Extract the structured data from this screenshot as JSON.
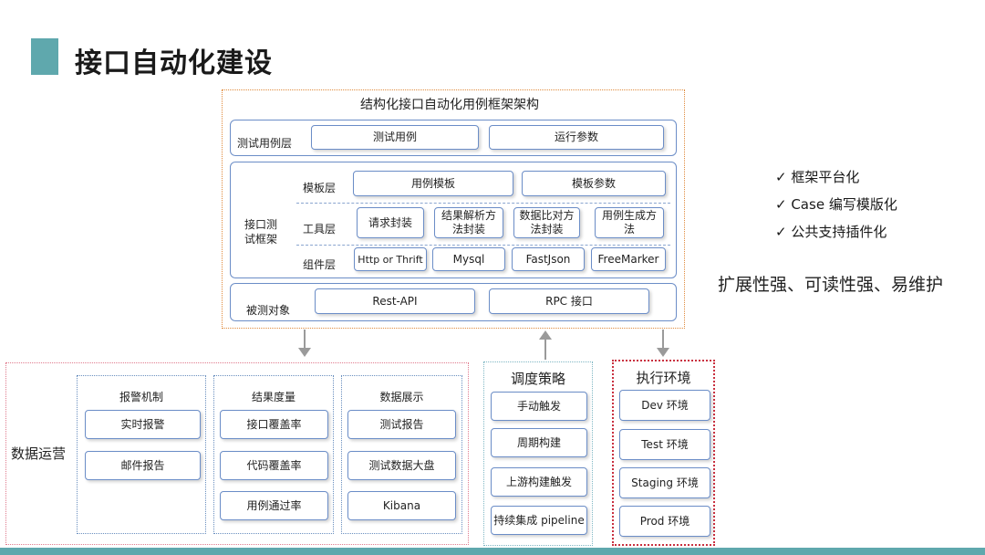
{
  "slide_title": "接口自动化建设",
  "framework": {
    "title": "结构化接口自动化用例框架架构",
    "test_case_layer": {
      "label": "测试用例层",
      "items": [
        "测试用例",
        "运行参数"
      ]
    },
    "interface_framework": {
      "label_line1": "接口测",
      "label_line2": "试框架",
      "template_layer": {
        "label": "模板层",
        "items": [
          "用例模板",
          "模板参数"
        ]
      },
      "tool_layer": {
        "label": "工具层",
        "items": [
          {
            "l1": "请求封装",
            "l2": ""
          },
          {
            "l1": "结果解析方",
            "l2": "法封装"
          },
          {
            "l1": "数据比对方",
            "l2": "法封装"
          },
          {
            "l1": "用例生成方",
            "l2": "法"
          }
        ]
      },
      "component_layer": {
        "label": "组件层",
        "items": [
          "Http or Thrift",
          "Mysql",
          "FastJson",
          "FreeMarker"
        ]
      }
    },
    "target_layer": {
      "label": "被测对象",
      "items": [
        "Rest-API",
        "RPC 接口"
      ]
    }
  },
  "benefits": [
    "✓  框架平台化",
    "✓  Case 编写模版化",
    "✓  公共支持插件化"
  ],
  "summary": "扩展性强、可读性强、易维护",
  "data_ops": {
    "label": "数据运营",
    "groups": [
      {
        "title": "报警机制",
        "items": [
          "实时报警",
          "邮件报告"
        ]
      },
      {
        "title": "结果度量",
        "items": [
          "接口覆盖率",
          "代码覆盖率",
          "用例通过率"
        ]
      },
      {
        "title": "数据展示",
        "items": [
          "测试报告",
          "测试数据大盘",
          "Kibana"
        ]
      }
    ]
  },
  "scheduling": {
    "title": "调度策略",
    "items": [
      "手动触发",
      "周期构建",
      "上游构建触发",
      "持续集成 pipeline"
    ]
  },
  "execution_env": {
    "title": "执行环境",
    "items": [
      "Dev 环境",
      "Test 环境",
      "Staging 环境",
      "Prod 环境"
    ]
  },
  "colors": {
    "accent": "#5fa8ad",
    "box_border": "#6b8dc7",
    "orange_dotted": "#e08a3c",
    "red_dotted": "#c9303f"
  }
}
